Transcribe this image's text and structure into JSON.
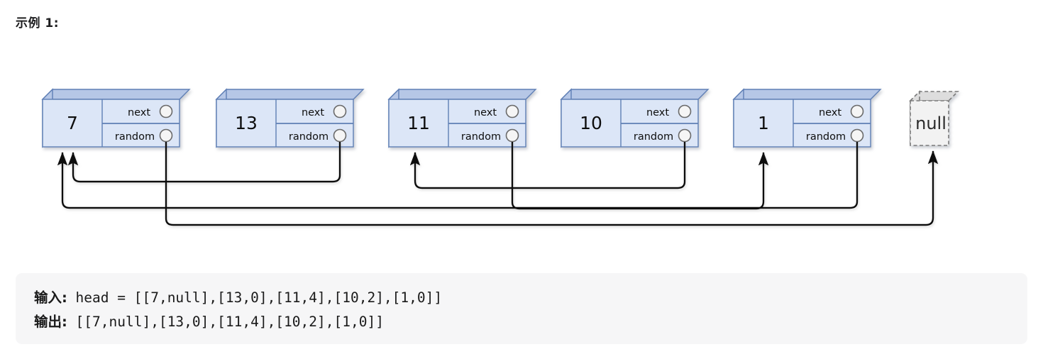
{
  "heading": "示例 1:",
  "colors": {
    "node_front": "#dce6f7",
    "node_side": "#b6c7e6",
    "node_border": "#5f7fb5",
    "null_fill": "#f2f2f2",
    "null_side": "#dddddd",
    "null_border": "#7a7a7a",
    "arrow": "#111111",
    "port_fill": "#f5f5f5",
    "code_bg": "#f6f6f7",
    "text": "#1a1a1a"
  },
  "diagram": {
    "type": "linked-list-with-random-pointers",
    "field_labels": {
      "next": "next",
      "random": "random"
    },
    "null_label": "null",
    "nodes": [
      {
        "index": 0,
        "value": "7",
        "next": "13",
        "random": "null"
      },
      {
        "index": 1,
        "value": "13",
        "next": "11",
        "random": "7"
      },
      {
        "index": 2,
        "value": "11",
        "next": "10",
        "random": "1"
      },
      {
        "index": 3,
        "value": "10",
        "next": "1",
        "random": "11"
      },
      {
        "index": 4,
        "value": "1",
        "next": "null",
        "random": "7"
      }
    ]
  },
  "code": {
    "input_label": "输入:",
    "input_value": " head = [[7,null],[13,0],[11,4],[10,2],[1,0]]",
    "output_label": "输出:",
    "output_value": " [[7,null],[13,0],[11,4],[10,2],[1,0]]"
  }
}
